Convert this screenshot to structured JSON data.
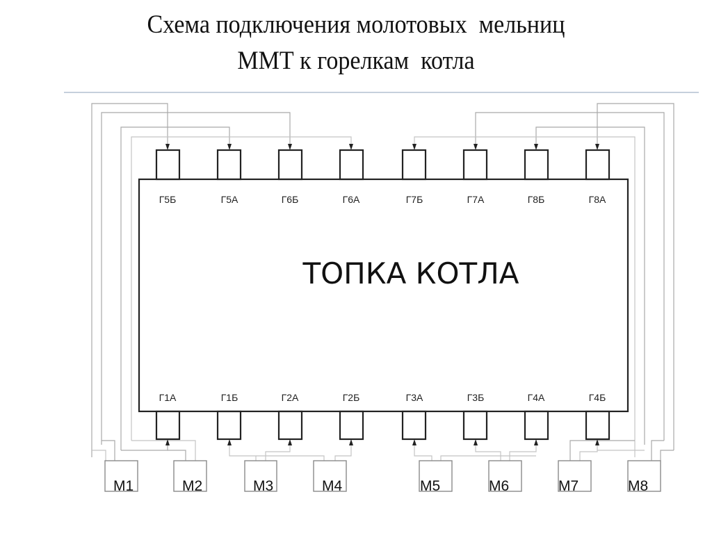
{
  "title": {
    "line1": "Схема подключения молотовых  мельниц",
    "line2": "ММТ к горелкам  котла"
  },
  "furnace": {
    "label": "ТОПКА КОТЛА"
  },
  "burners_top": [
    {
      "id": "Г5Б",
      "label": "Г5Б"
    },
    {
      "id": "Г5А",
      "label": "Г5А"
    },
    {
      "id": "Г6Б",
      "label": "Г6Б"
    },
    {
      "id": "Г6А",
      "label": "Г6А"
    },
    {
      "id": "Г7Б",
      "label": "Г7Б"
    },
    {
      "id": "Г7А",
      "label": "Г7А"
    },
    {
      "id": "Г8Б",
      "label": "Г8Б"
    },
    {
      "id": "Г8А",
      "label": "Г8А"
    }
  ],
  "burners_bottom": [
    {
      "id": "Г1А",
      "label": "Г1А"
    },
    {
      "id": "Г1Б",
      "label": "Г1Б"
    },
    {
      "id": "Г2А",
      "label": "Г2А"
    },
    {
      "id": "Г2Б",
      "label": "Г2Б"
    },
    {
      "id": "Г3А",
      "label": "Г3А"
    },
    {
      "id": "Г3Б",
      "label": "Г3Б"
    },
    {
      "id": "Г4А",
      "label": "Г4А"
    },
    {
      "id": "Г4Б",
      "label": "Г4Б"
    }
  ],
  "mills": [
    {
      "id": "M1",
      "label": "M1"
    },
    {
      "id": "M2",
      "label": "M2"
    },
    {
      "id": "M3",
      "label": "M3"
    },
    {
      "id": "M4",
      "label": "M4"
    },
    {
      "id": "M5",
      "label": "M5"
    },
    {
      "id": "M6",
      "label": "M6"
    },
    {
      "id": "M7",
      "label": "M7"
    },
    {
      "id": "M8",
      "label": "M8"
    }
  ],
  "colors": {
    "box_stroke": "#222222",
    "wire": "#a9a9a9",
    "title_rule": "#c5d0dc"
  }
}
